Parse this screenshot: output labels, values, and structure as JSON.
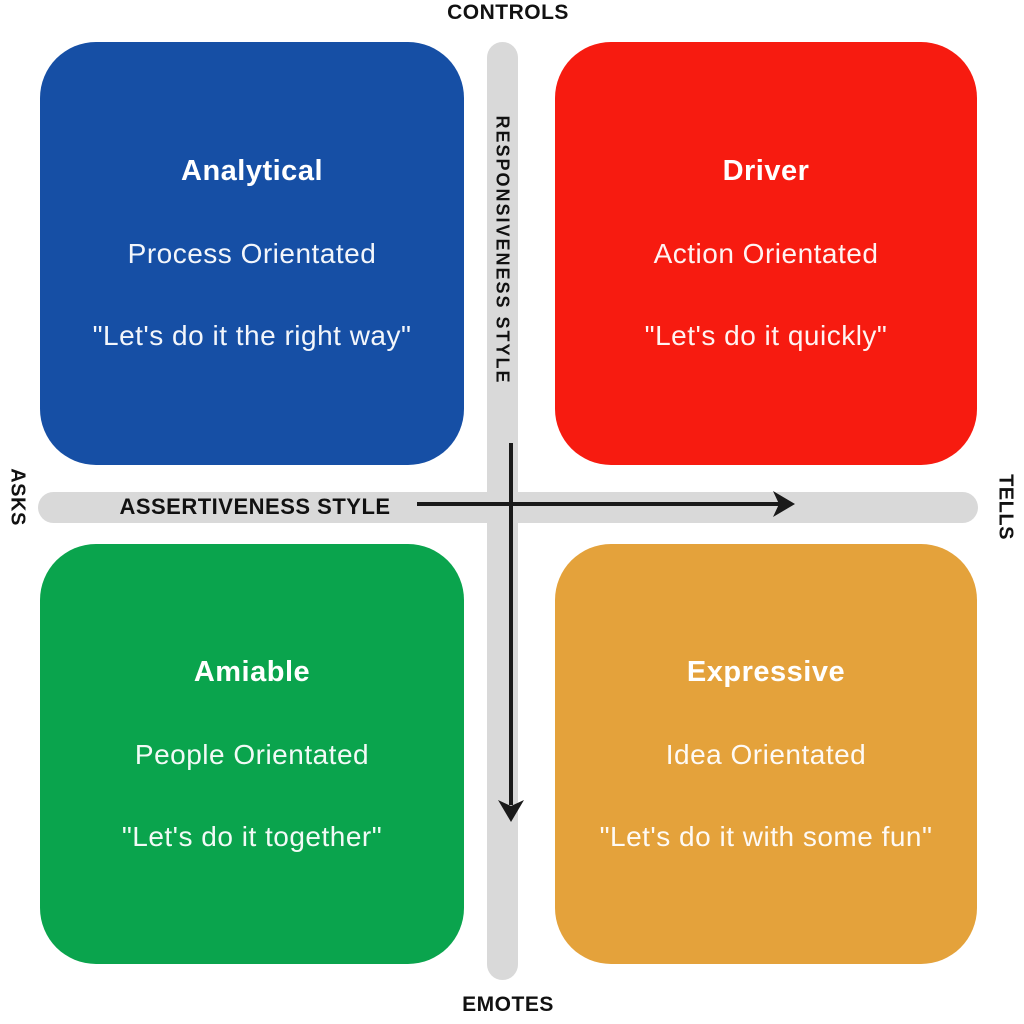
{
  "diagram": {
    "top_label": "CONTROLS",
    "bottom_label": "EMOTES",
    "left_label": "ASKS",
    "right_label": "TELLS",
    "vertical_axis_title": "RESPONSIVENESS STYLE",
    "horizontal_axis_title": "ASSERTIVENESS STYLE",
    "horizontal_arrow_direction": "points-right",
    "vertical_arrow_direction": "points-down",
    "colors": {
      "background": "#ffffff",
      "axis_band": "#d9d9d9",
      "axis_arrow": "#1a1a1a",
      "label_text": "#111111",
      "quadrant_text": "#ffffff",
      "analytical_blue": "#164fa5",
      "driver_red": "#f71b10",
      "amiable_green": "#0aa44d",
      "expressive_orange": "#e4a23b"
    },
    "quadrants": [
      {
        "position": "top-left",
        "title": "Analytical",
        "subtitle": "Process Orientated",
        "quote": "\"Let's do it the right way\"",
        "color": "#164fa5"
      },
      {
        "position": "top-right",
        "title": "Driver",
        "subtitle": "Action Orientated",
        "quote": "\"Let's do it quickly\"",
        "color": "#f71b10"
      },
      {
        "position": "bottom-left",
        "title": "Amiable",
        "subtitle": "People Orientated",
        "quote": "\"Let's do it together\"",
        "color": "#0aa44d"
      },
      {
        "position": "bottom-right",
        "title": "Expressive",
        "subtitle": "Idea Orientated",
        "quote": "\"Let's do it with some fun\"",
        "color": "#e4a23b"
      }
    ]
  }
}
